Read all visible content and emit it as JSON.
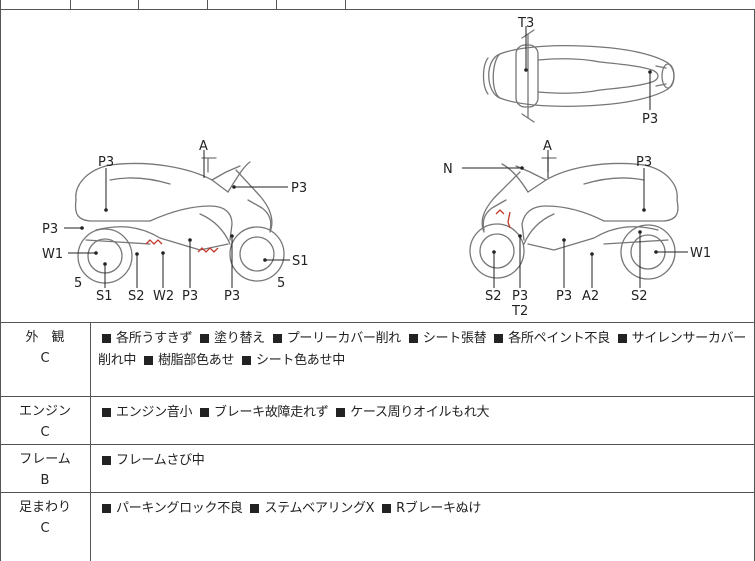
{
  "diagram": {
    "top_view_labels": [
      "T3",
      "P3"
    ],
    "left_view_labels": [
      "A",
      "P3",
      "P3",
      "P3",
      "W1",
      "5",
      "S1",
      "S2",
      "W2",
      "P3",
      "P3",
      "5",
      "S1"
    ],
    "right_view_labels": [
      "N",
      "A",
      "P3",
      "W1",
      "S2",
      "P3",
      "T2",
      "P3",
      "A2",
      "S2"
    ]
  },
  "rows": [
    {
      "title": "外　観",
      "grade": "C",
      "items": [
        "各所うすきず",
        "塗り替え",
        "プーリーカバー削れ",
        "シート張替",
        "各所ペイント不良",
        "サイレンサーカバー削れ中",
        "樹脂部色あせ",
        "シート色あせ中"
      ]
    },
    {
      "title": "エンジン",
      "grade": "C",
      "items": [
        "エンジン音小",
        "ブレーキ故障走れず",
        "ケース周りオイルもれ大"
      ]
    },
    {
      "title": "フレーム",
      "grade": "B",
      "items": [
        "フレームさび中"
      ]
    },
    {
      "title": "足まわり",
      "grade": "C",
      "items": [
        "パーキングロック不良",
        "ステムベアリングX",
        "Rブレーキぬけ"
      ]
    }
  ]
}
